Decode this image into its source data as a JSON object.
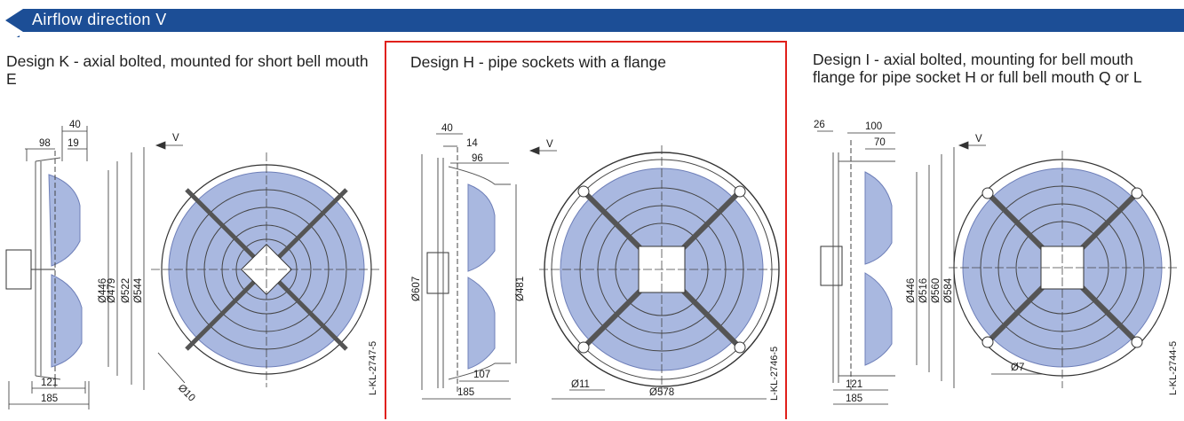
{
  "colors": {
    "banner": "#1c4e96",
    "blade": "#a9b8e0",
    "blade_edge": "#6e7fb8",
    "highlight_frame": "#e0201b"
  },
  "banner": {
    "title": "Airflow direction V",
    "icon": "arrow-left-icon"
  },
  "panels": {
    "k": {
      "caption": "Design K - axial bolted, mounted for short bell mouth E",
      "dims": {
        "d40": "40",
        "d98": "98",
        "d19": "19",
        "v": "V",
        "d446": "Ø446",
        "d479": "Ø479",
        "d522": "Ø522",
        "d544": "Ø544",
        "d10": "Ø10",
        "d121": "121",
        "d185": "185"
      },
      "code": "L-KL-2747-5"
    },
    "h": {
      "caption": "Design H - pipe sockets with a flange",
      "dims": {
        "d40": "40",
        "d14": "14",
        "d96": "96",
        "v": "V",
        "d607": "Ø607",
        "d481": "Ø481",
        "d107": "107",
        "d185": "185",
        "d11": "Ø11",
        "d578": "Ø578"
      },
      "code": "L-KL-2746-5"
    },
    "i": {
      "caption": "Design I - axial bolted, mounting for bell mouth flange for pipe socket H or full bell mouth Q or L",
      "dims": {
        "d26": "26",
        "d100": "100",
        "d70": "70",
        "v": "V",
        "d446": "Ø446",
        "d516": "Ø516",
        "d560": "Ø560",
        "d584": "Ø584",
        "d7": "Ø7",
        "d121": "121",
        "d185": "185"
      },
      "code": "L-KL-2744-5"
    }
  }
}
